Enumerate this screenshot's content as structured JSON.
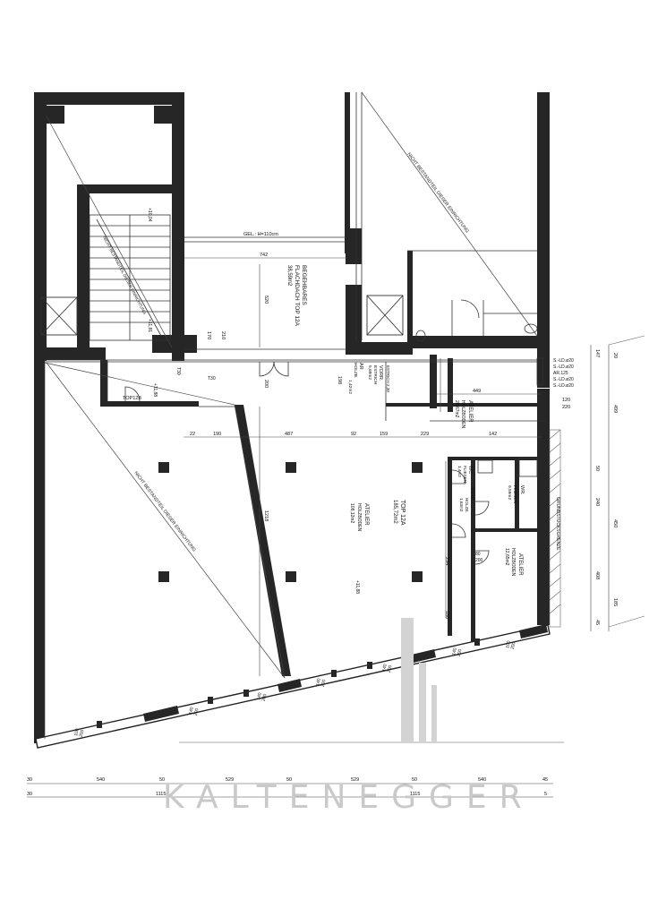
{
  "plan": {
    "roof_terrace": {
      "label_line1": "BEGEHBARES",
      "label_line2": "FLACHDACH TOP 12A",
      "area": "38,59m2",
      "railing": "GEL.: H=110cm"
    },
    "not_existing_note": "NICHT BESTANDTEIL DIESER EINRICHTUNG",
    "unit_top12a": {
      "label": "TOP 12A",
      "area": "185,72m2"
    },
    "top12b": "TOP12B",
    "plot_boundary": "GRUNDSTÜCKSGRENZE",
    "rooms": [
      {
        "id": "ar",
        "name": "AR",
        "floor": "HOLZB.",
        "area": "1,42m2"
      },
      {
        "id": "vorr",
        "name": "VORR.",
        "floor": "ESTRICH",
        "area": "5,69m2"
      },
      {
        "id": "atelier_upper",
        "name": "ATELIER",
        "floor": "HOLZBODEN",
        "area": "28,67m2"
      },
      {
        "id": "atelier_main",
        "name": "ATELIER",
        "floor": "HOLZBODEN",
        "area": "108,12m2"
      },
      {
        "id": "wc",
        "name": "WC",
        "floor": "FLIESEN",
        "area": "1,4m2"
      },
      {
        "id": "vorr_small",
        "name": "VORR.",
        "floor": "HOLZB.",
        "area": "1,63m2"
      },
      {
        "id": "wr",
        "name": "WR.",
        "floor": "FLIESEN",
        "area": "9,59m2"
      },
      {
        "id": "atelier_right",
        "name": "ATELIER",
        "floor": "HOLZBODEN",
        "area": "12,65m2"
      }
    ],
    "levels": [
      "+10,04",
      "+11,81",
      "+11,88",
      "+11,88"
    ],
    "misc_labels": [
      "T30",
      "T30",
      "ESTRICH 2,30"
    ],
    "dimensions_top": [
      "742",
      "520",
      "449",
      "487",
      "190",
      "229",
      "159",
      "142",
      "92",
      "22"
    ],
    "dimensions_inner": [
      "1218",
      "200",
      "198",
      "294",
      "180",
      "80",
      "200",
      "210",
      "170"
    ],
    "dimensions_right": [
      "147",
      "499",
      "120",
      "220",
      "450",
      "240",
      "408",
      "185",
      "50",
      "45",
      "20"
    ],
    "window_labels": [
      "S.-LD.ø20",
      "S.-LD.ø20",
      "AR.125",
      "S.-LD.ø20",
      "S.-LD.ø20"
    ],
    "bottom_dims_row1": [
      "30",
      "540",
      "50",
      "529",
      "50",
      "529",
      "50",
      "540",
      "45"
    ],
    "bottom_dims_row2": [
      "30",
      "1115",
      "1115",
      "5"
    ],
    "window_sill_labels": [
      "100\n200",
      "140\n200",
      "140\n200",
      "140\n200",
      "140\n200",
      "140\n200",
      "100\n200"
    ]
  },
  "watermark": {
    "text": "KALTENEGGER"
  }
}
